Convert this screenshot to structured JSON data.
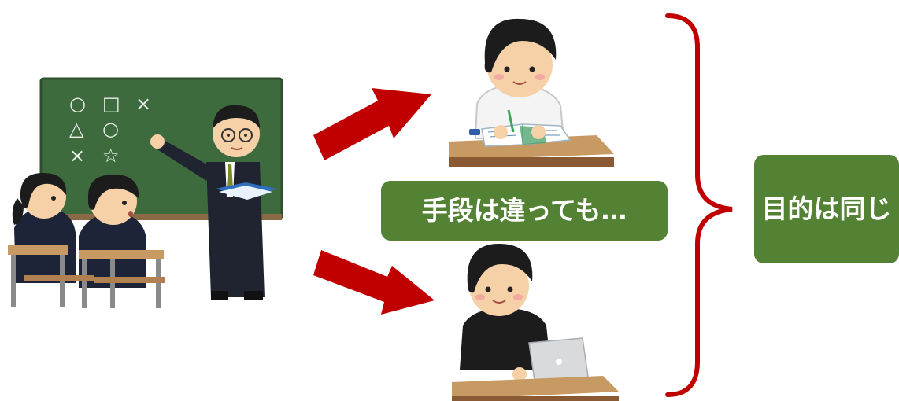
{
  "labels": {
    "means": "手段は違っても…",
    "purpose": "目的は同じ"
  },
  "blackboard_marks": [
    "○",
    "□",
    "×",
    "△",
    "○",
    "×",
    "☆"
  ],
  "colors": {
    "arrow": "#c00000",
    "brace": "#c00000",
    "label_bg": "#548235",
    "label_text": "#ffffff",
    "blackboard": "#3e6b3e",
    "desk": "#c89a63"
  },
  "illustrations": [
    "classroom-lecture-illustration",
    "student-studying-on-paper-illustration",
    "student-studying-on-laptop-illustration"
  ]
}
